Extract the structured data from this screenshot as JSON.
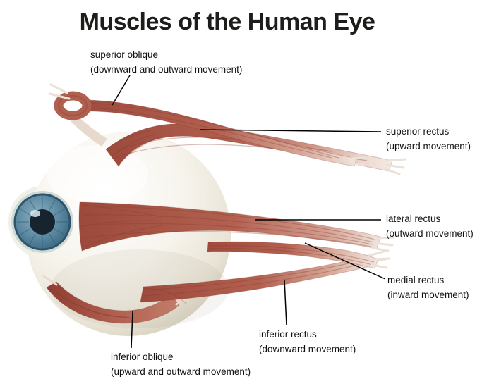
{
  "title": "Muscles of the Human Eye",
  "labels": {
    "superior_oblique": {
      "name": "superior oblique",
      "movement": "(downward and outward movement)"
    },
    "superior_rectus": {
      "name": "superior rectus",
      "movement": "(upward movement)"
    },
    "lateral_rectus": {
      "name": "lateral rectus",
      "movement": "(outward movement)"
    },
    "medial_rectus": {
      "name": "medial rectus",
      "movement": "(inward movement)"
    },
    "inferior_rectus": {
      "name": "inferior rectus",
      "movement": "(downward movement)"
    },
    "inferior_oblique": {
      "name": "inferior oblique",
      "movement": "(upward and outward movement)"
    }
  },
  "colors": {
    "muscle": "#b0604f",
    "muscle_dark": "#8a3d31",
    "tendon": "#f2eae2",
    "sclera": "#f4f1e8",
    "iris": "#4d7b94",
    "pupil": "#17242e",
    "title_text": "#1d1d1b",
    "leader_line": "#000000",
    "background": "#ffffff"
  }
}
